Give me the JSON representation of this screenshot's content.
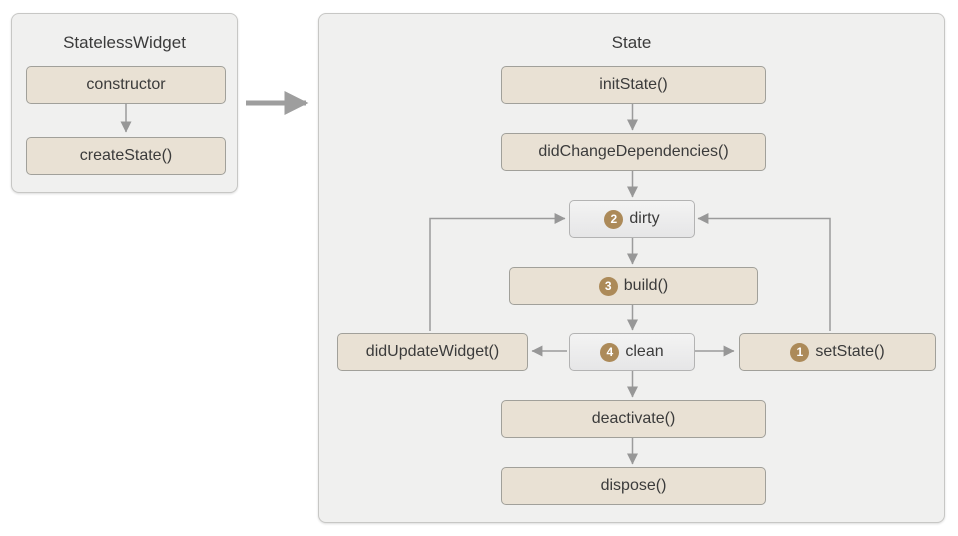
{
  "left_panel": {
    "title": "StatelessWidget",
    "nodes": {
      "constructor": {
        "label": "constructor"
      },
      "createState": {
        "label": "createState()"
      }
    }
  },
  "right_panel": {
    "title": "State",
    "nodes": {
      "initState": {
        "label": "initState()"
      },
      "didChangeDependencies": {
        "label": "didChangeDependencies()"
      },
      "dirty": {
        "label": "dirty",
        "badge": "2"
      },
      "build": {
        "label": "build()",
        "badge": "3"
      },
      "didUpdateWidget": {
        "label": "didUpdateWidget()"
      },
      "clean": {
        "label": "clean",
        "badge": "4"
      },
      "setState": {
        "label": "setState()",
        "badge": "1"
      },
      "deactivate": {
        "label": "deactivate()"
      },
      "dispose": {
        "label": "dispose()"
      }
    }
  },
  "edges": [
    {
      "from": "constructor",
      "to": "createState"
    },
    {
      "from": "StatelessWidget",
      "to": "State"
    },
    {
      "from": "initState",
      "to": "didChangeDependencies"
    },
    {
      "from": "didChangeDependencies",
      "to": "dirty"
    },
    {
      "from": "dirty",
      "to": "build"
    },
    {
      "from": "build",
      "to": "clean"
    },
    {
      "from": "clean",
      "to": "didUpdateWidget"
    },
    {
      "from": "clean",
      "to": "setState"
    },
    {
      "from": "clean",
      "to": "deactivate"
    },
    {
      "from": "deactivate",
      "to": "dispose"
    },
    {
      "from": "didUpdateWidget",
      "to": "dirty"
    },
    {
      "from": "setState",
      "to": "dirty"
    }
  ],
  "colors": {
    "panel_bg": "#f0f0ef",
    "panel_border": "#c7c7c5",
    "node_beige_bg": "#e9e1d4",
    "node_gray_bg": "#ececec",
    "node_border": "#a1a09a",
    "arrow": "#999999",
    "badge_bg": "#ac8a59",
    "badge_text": "#ffffff",
    "text": "#3b3b3b"
  }
}
